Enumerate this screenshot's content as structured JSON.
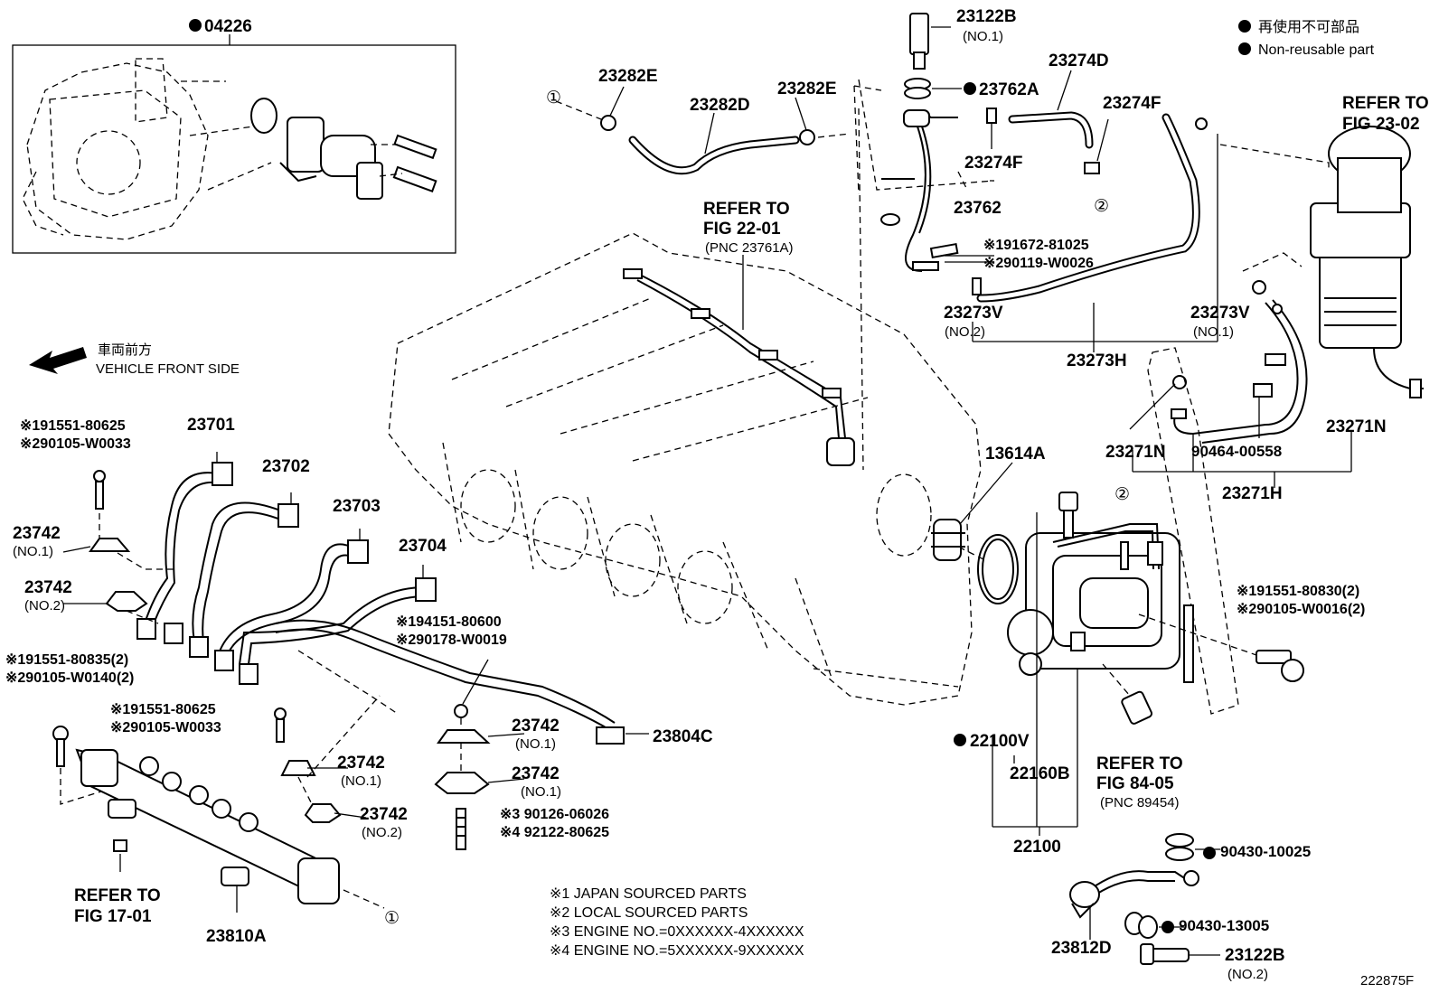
{
  "legend": {
    "jp": "再使用不可部品",
    "en": "Non-reusable part"
  },
  "labels": {
    "p04226": "04226",
    "p23122b": "23122B",
    "p23122b_sub": "(NO.1)",
    "p23762a": "23762A",
    "p23274d": "23274D",
    "p23274f_a": "23274F",
    "p23274f_b": "23274F",
    "p23282e_a": "23282E",
    "p23282d": "23282D",
    "p23282e_b": "23282E",
    "refer_2302_a": "REFER TO",
    "refer_2302_b": "FIG 23-02",
    "refer_2201_a": "REFER TO",
    "refer_2201_b": "FIG 22-01",
    "refer_2201_c": "(PNC 23761A)",
    "p23762": "23762",
    "b191672": "※191672-81025",
    "b290119": "※290119-W0026",
    "p23273v_2": "23273V",
    "p23273v_2_sub": "(NO.2)",
    "p23273v_1": "23273V",
    "p23273v_1_sub": "(NO.1)",
    "p23273h": "23273H",
    "front_jp": "車両前方",
    "front_en": "VEHICLE FRONT SIDE",
    "b191551_80625_a": "※191551-80625",
    "b290105_w0033_a": "※290105-W0033",
    "p23701": "23701",
    "p23702": "23702",
    "p23703": "23703",
    "p23704": "23704",
    "p23742_no1_a": "23742",
    "p23742_no1_a_sub": "(NO.1)",
    "p23742_no2_a": "23742",
    "p23742_no2_a_sub": "(NO.2)",
    "b194151": "※194151-80600",
    "b290178": "※290178-W0019",
    "b191551_80835": "※191551-80835(2)",
    "b290105_w0140": "※290105-W0140(2)",
    "b191551_80625_b": "※191551-80625",
    "b290105_w0033_b": "※290105-W0033",
    "p23742_no1_b": "23742",
    "p23742_no1_b_sub": "(NO.1)",
    "p23804c": "23804C",
    "p23742_no1_c": "23742",
    "p23742_no1_c_sub": "(NO.1)",
    "p23742_no1_d": "23742",
    "p23742_no1_d_sub": "(NO.1)",
    "p23742_no2_b": "23742",
    "p23742_no2_b_sub": "(NO.2)",
    "b90126": "※3 90126-06026",
    "b92122": "※4 92122-80625",
    "refer_1701_a": "REFER TO",
    "refer_1701_b": "FIG 17-01",
    "p23810a": "23810A",
    "p13614a": "13614A",
    "p23271n_a": "23271N",
    "p90464": "90464-00558",
    "p23271n_b": "23271N",
    "p23271h": "23271H",
    "b191551_80830": "※191551-80830(2)",
    "b290105_w0016": "※290105-W0016(2)",
    "p22100v": "22100V",
    "p22160b": "22160B",
    "refer_8405_a": "REFER TO",
    "refer_8405_b": "FIG 84-05",
    "refer_8405_c": "(PNC 89454)",
    "p22100": "22100",
    "p90430_10025": "90430-10025",
    "p90430_13005": "90430-13005",
    "p23812d": "23812D",
    "p23122b_2": "23122B",
    "p23122b_2_sub": "(NO.2)",
    "circ1_a": "①",
    "circ1_b": "①",
    "circ2_a": "②",
    "circ2_b": "②",
    "note1": "※1 JAPAN SOURCED PARTS",
    "note2": "※2 LOCAL SOURCED PARTS",
    "note3": "※3 ENGINE NO.=0XXXXXX-4XXXXXX",
    "note4": "※4 ENGINE NO.=5XXXXXX-9XXXXXX",
    "fig_id": "222875F"
  }
}
